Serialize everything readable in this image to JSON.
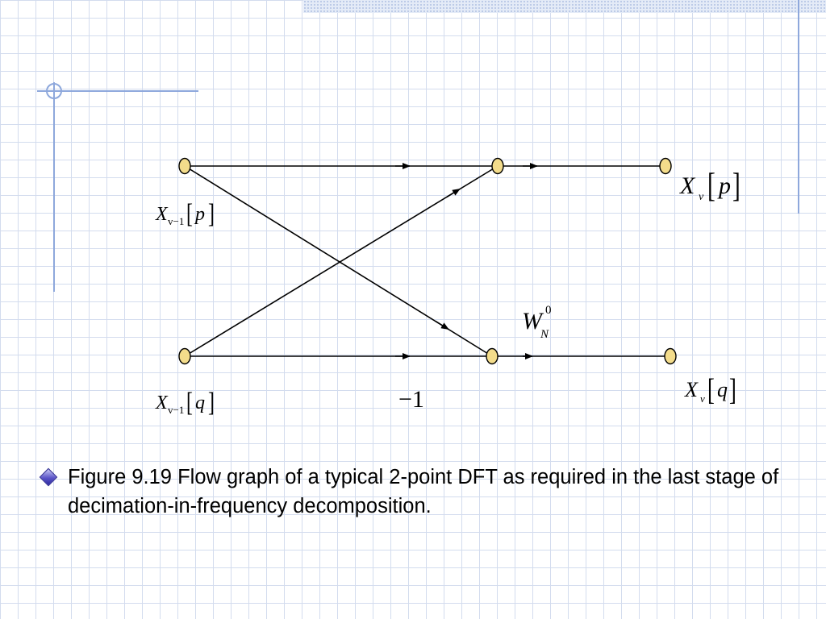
{
  "diagram": {
    "labels": {
      "input_p": {
        "base": "X",
        "sub": "v−1",
        "arg": "p"
      },
      "input_q": {
        "base": "X",
        "sub": "v−1",
        "arg": "q"
      },
      "output_p": {
        "base": "X",
        "sub": "v",
        "arg": "p"
      },
      "output_q": {
        "base": "X",
        "sub": "v",
        "arg": "q"
      },
      "twiddle": {
        "base": "W",
        "sub": "N",
        "sup": "0"
      },
      "minus_one": "−1"
    },
    "colors": {
      "node_fill": "#f3dc8b",
      "node_stroke": "#000000",
      "edge": "#000000"
    }
  },
  "caption": {
    "bullet_icon": "diamond-bullet-icon",
    "text": "Figure 9.19 Flow graph of a typical 2-point DFT as required in the last stage of  decimation-in-frequency decomposition."
  }
}
